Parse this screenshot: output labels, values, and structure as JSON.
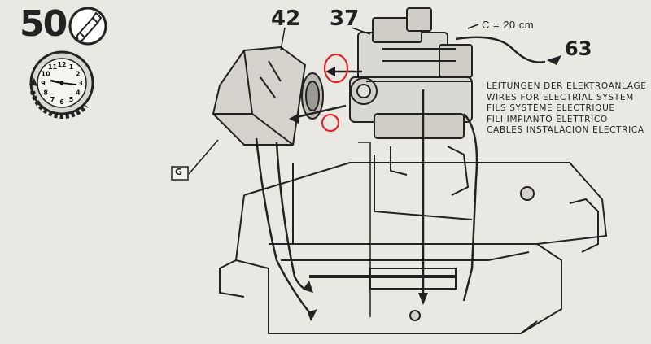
{
  "step": {
    "number": "50"
  },
  "parts": {
    "part_42": "42",
    "part_37": "37",
    "part_63": "63",
    "part_g": "G"
  },
  "dimension": {
    "label": "C = 20 cm"
  },
  "wires_labels": [
    "LEITUNGEN DER ELEKTROANLAGE",
    "WIRES FOR ELECTRIAL SYSTEM",
    "FILS SYSTEME ELECTRIQUE",
    "FILI IMPIANTO ELETTRICO",
    "CABLES INSTALACION ELECTRICA"
  ],
  "clock": {
    "numerals": [
      "12",
      "1",
      "2",
      "3",
      "4",
      "5",
      "6",
      "7",
      "8",
      "9",
      "10",
      "11"
    ]
  },
  "colors": {
    "ink": "#262626",
    "highlight": "#e0252a",
    "paper": "#e9e8e3"
  },
  "icons": {
    "glue": "glue-tube-icon",
    "clock": "clock-icon"
  }
}
